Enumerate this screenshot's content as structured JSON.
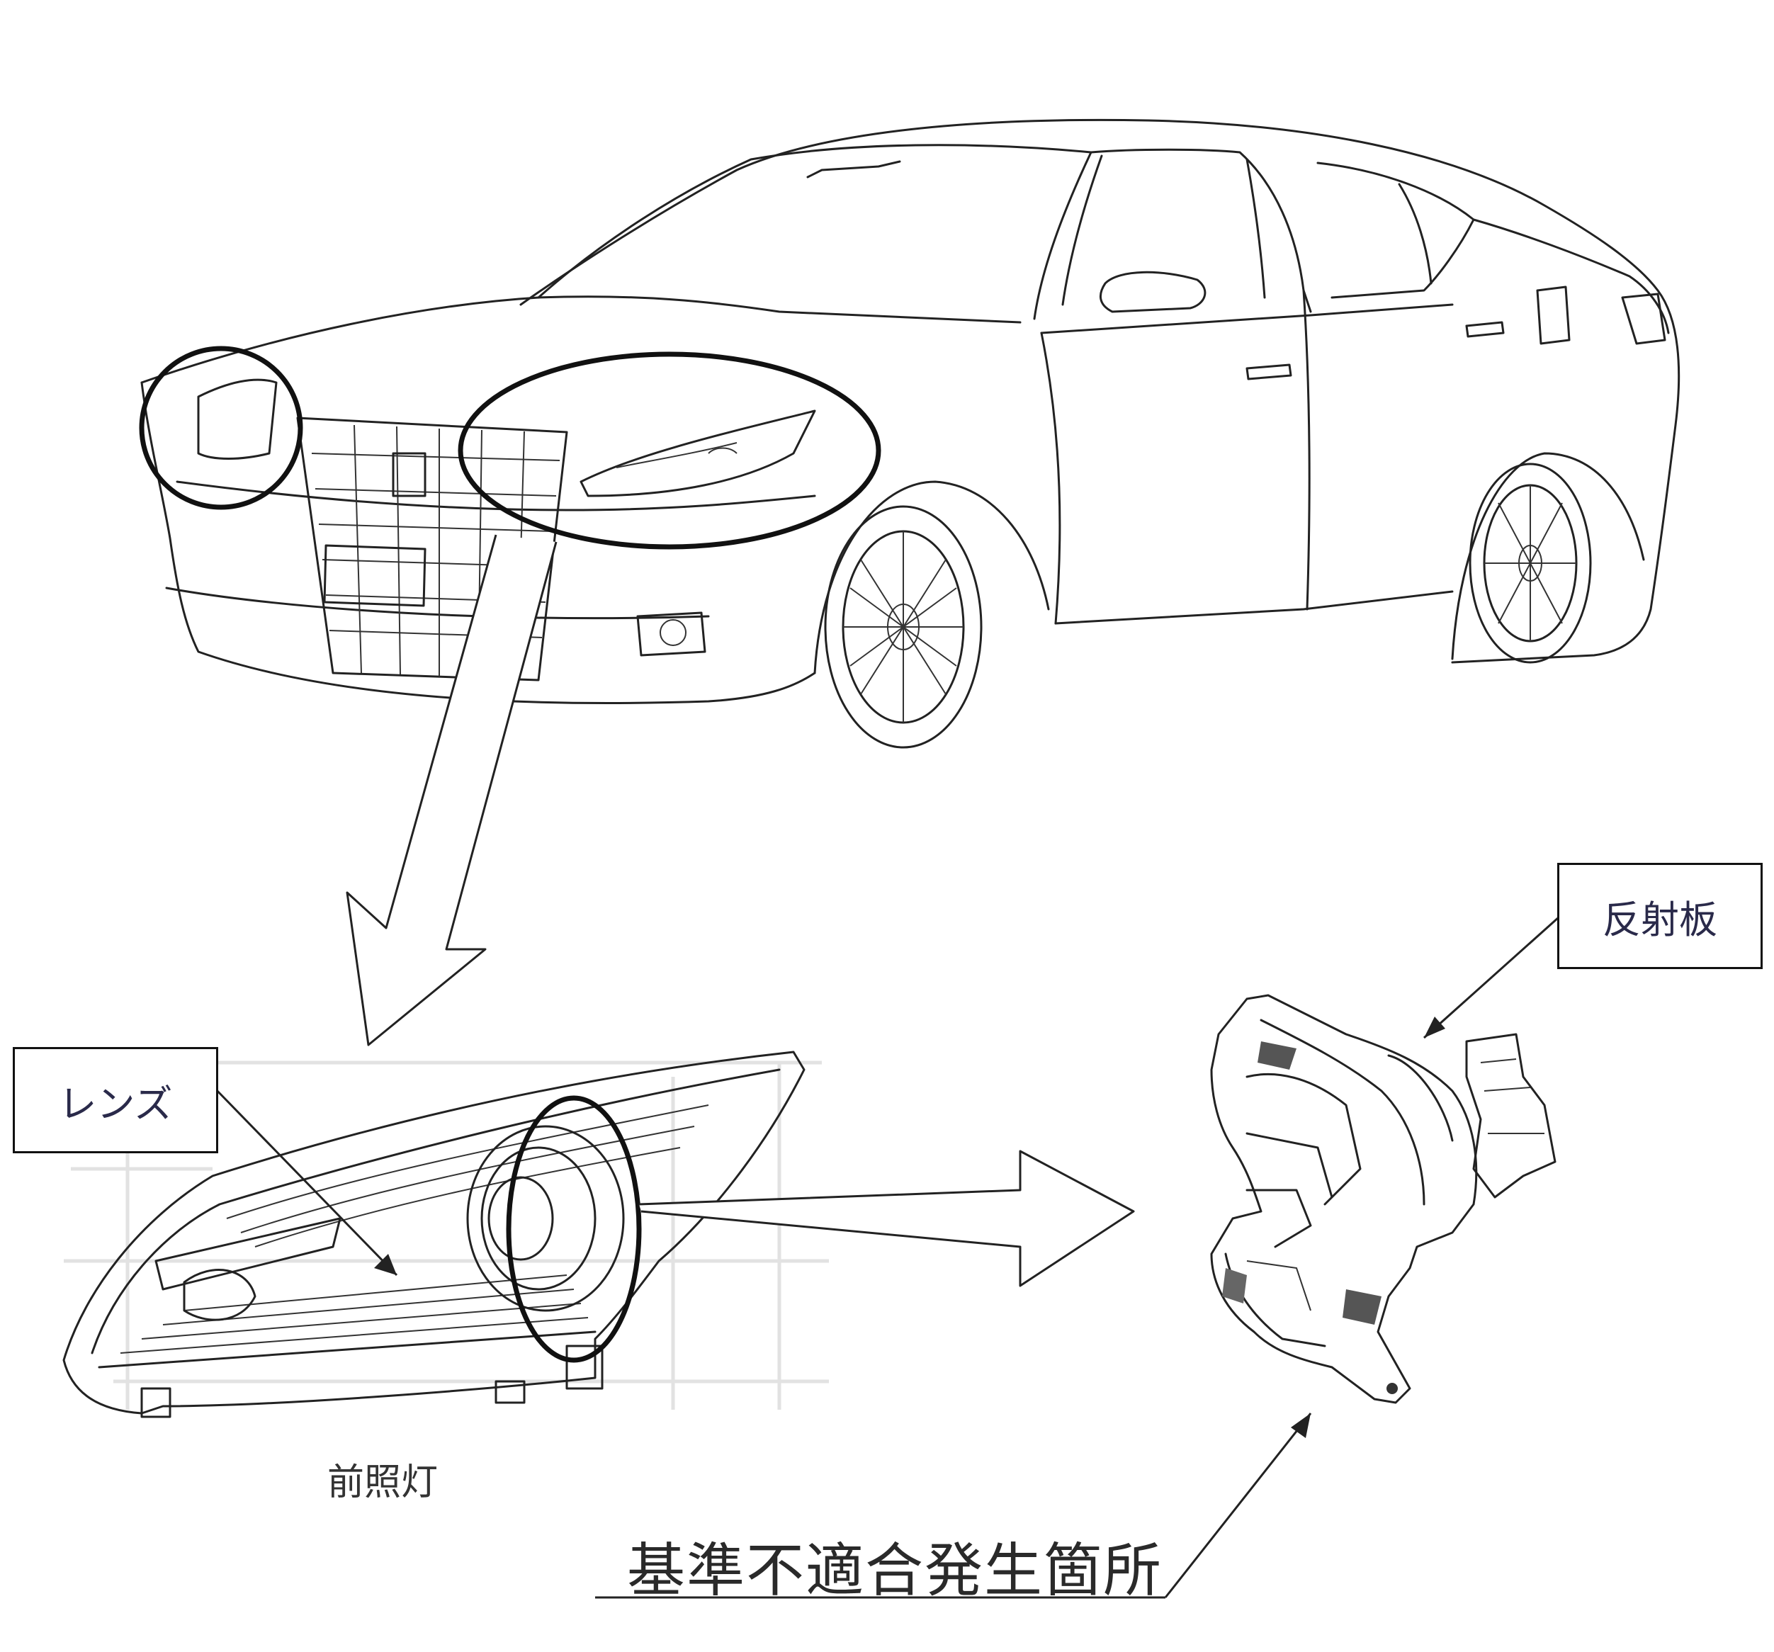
{
  "labels": {
    "lens": "レンズ",
    "reflector": "反射板",
    "headlamp": "前照灯",
    "nonconformity_location": "基準不適合発生箇所"
  }
}
